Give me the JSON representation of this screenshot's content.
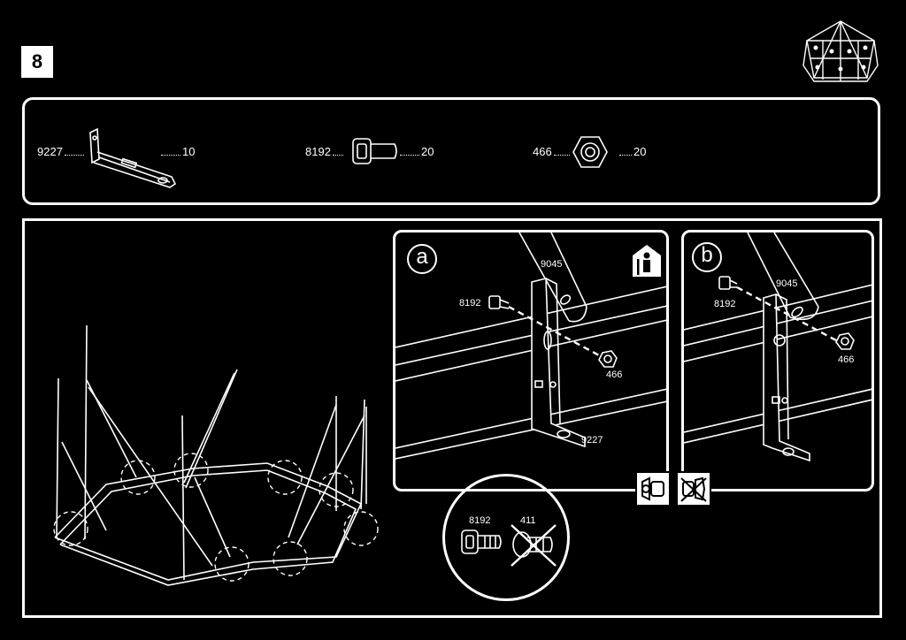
{
  "step": {
    "number": "8"
  },
  "parts": [
    {
      "code": "9227",
      "qty": "10",
      "icon": "angle-bracket-icon"
    },
    {
      "code": "8192",
      "qty": "20",
      "icon": "square-neck-bolt-icon"
    },
    {
      "code": "466",
      "qty": "20",
      "icon": "hex-nut-icon"
    }
  ],
  "detail_a": {
    "label": "a",
    "labels": {
      "frame": "9045",
      "bolt": "8192",
      "nut": "466",
      "bracket": "9227"
    },
    "icon": "one-person-assembly-icon"
  },
  "detail_b": {
    "label": "b",
    "labels": {
      "frame": "9045",
      "bolt": "8192",
      "nut": "466"
    }
  },
  "bolt_compare": {
    "correct": "8192",
    "wrong": "411"
  },
  "icons": [
    "gazebo-overview-icon",
    "nut-correct-icon",
    "nut-wrong-icon"
  ]
}
